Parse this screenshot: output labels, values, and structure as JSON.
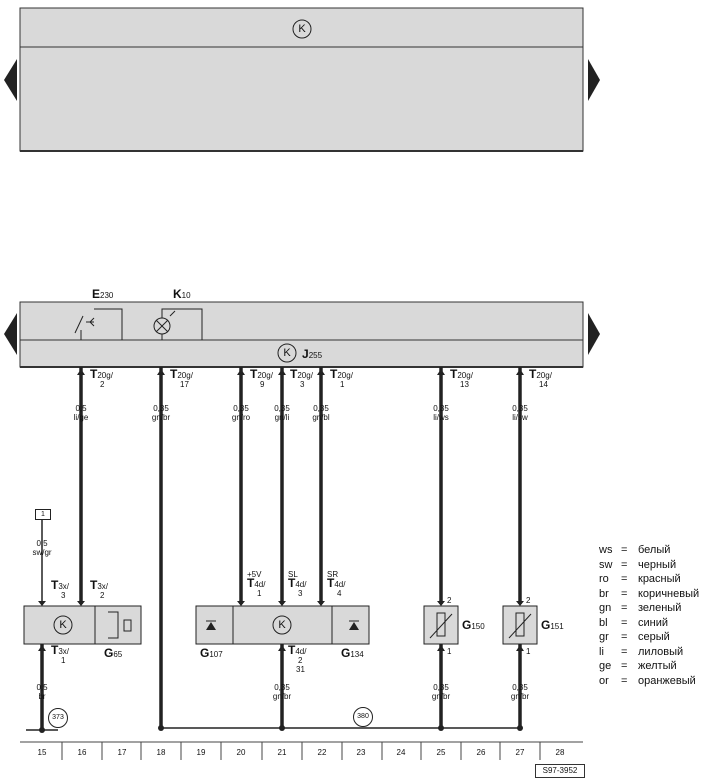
{
  "diagram": {
    "top_block": {
      "symbol": "K"
    },
    "components": {
      "e230": {
        "name": "E",
        "sub": "230"
      },
      "k10": {
        "name": "K",
        "sub": "10"
      },
      "j255": {
        "name": "J",
        "sub": "255"
      },
      "g65": {
        "name": "G",
        "sub": "65"
      },
      "g107": {
        "name": "G",
        "sub": "107"
      },
      "g134": {
        "name": "G",
        "sub": "134"
      },
      "g150": {
        "name": "G",
        "sub": "150"
      },
      "g151": {
        "name": "G",
        "sub": "151"
      }
    },
    "top_connectors": [
      {
        "main": "T",
        "sub": "20g/",
        "pin": "2"
      },
      {
        "main": "T",
        "sub": "20g/",
        "pin": "17"
      },
      {
        "main": "T",
        "sub": "20g/",
        "pin": "9"
      },
      {
        "main": "T",
        "sub": "20g/",
        "pin": "3"
      },
      {
        "main": "T",
        "sub": "20g/",
        "pin": "1"
      },
      {
        "main": "T",
        "sub": "20g/",
        "pin": "13"
      },
      {
        "main": "T",
        "sub": "20g/",
        "pin": "14"
      }
    ],
    "wire_labels_top": [
      {
        "size": "0,5",
        "color": "li/ge"
      },
      {
        "size": "0,35",
        "color": "gn/br"
      },
      {
        "size": "0,35",
        "color": "gn/ro"
      },
      {
        "size": "0,35",
        "color": "gn/li"
      },
      {
        "size": "0,35",
        "color": "gn/bl"
      },
      {
        "size": "0,35",
        "color": "li/ws"
      },
      {
        "size": "0,35",
        "color": "li/sw"
      }
    ],
    "ref_box": "1",
    "wire_sw_gr": {
      "size": "0,5",
      "color": "sw/gr"
    },
    "mid_connectors": [
      {
        "main": "T",
        "sub": "3x/",
        "pin": "3"
      },
      {
        "main": "T",
        "sub": "3x/",
        "pin": "2"
      },
      {
        "main": "T",
        "sub": "4d/",
        "pin": "1",
        "prefix": "+5V"
      },
      {
        "main": "T",
        "sub": "4d/",
        "pin": "3",
        "prefix": "SL"
      },
      {
        "main": "T",
        "sub": "4d/",
        "pin": "4",
        "prefix": "SR"
      }
    ],
    "pin_numbers": {
      "g150_top": "2",
      "g150_bot": "1",
      "g151_top": "2",
      "g151_bot": "1"
    },
    "bottom_connectors": [
      {
        "main": "T",
        "sub": "3x/",
        "pin": "1"
      },
      {
        "main": "T",
        "sub": "4d/",
        "pin": "2",
        "extra": "31"
      }
    ],
    "wire_labels_bottom": [
      {
        "size": "0,5",
        "color": "br"
      },
      {
        "size": "0,35",
        "color": "gn/br"
      },
      {
        "size": "0,35",
        "color": "gn/br"
      },
      {
        "size": "0,35",
        "color": "gn/br"
      }
    ],
    "ground_refs": [
      "373",
      "380"
    ],
    "columns": [
      "15",
      "16",
      "17",
      "18",
      "19",
      "20",
      "21",
      "22",
      "23",
      "24",
      "25",
      "26",
      "27",
      "28"
    ],
    "stamp": "S97-3952"
  },
  "legend": [
    {
      "code": "ws",
      "eq": "=",
      "name": "белый"
    },
    {
      "code": "sw",
      "eq": "=",
      "name": "черный"
    },
    {
      "code": "ro",
      "eq": "=",
      "name": "красный"
    },
    {
      "code": "br",
      "eq": "=",
      "name": "коричневый"
    },
    {
      "code": "gn",
      "eq": "=",
      "name": "зеленый"
    },
    {
      "code": "bl",
      "eq": "=",
      "name": "синий"
    },
    {
      "code": "gr",
      "eq": "=",
      "name": "серый"
    },
    {
      "code": "li",
      "eq": "=",
      "name": "лиловый"
    },
    {
      "code": "ge",
      "eq": "=",
      "name": "желтый"
    },
    {
      "code": "or",
      "eq": "=",
      "name": "оранжевый"
    }
  ],
  "colors": {
    "panel": "#d9d9d9",
    "line": "#222222"
  }
}
